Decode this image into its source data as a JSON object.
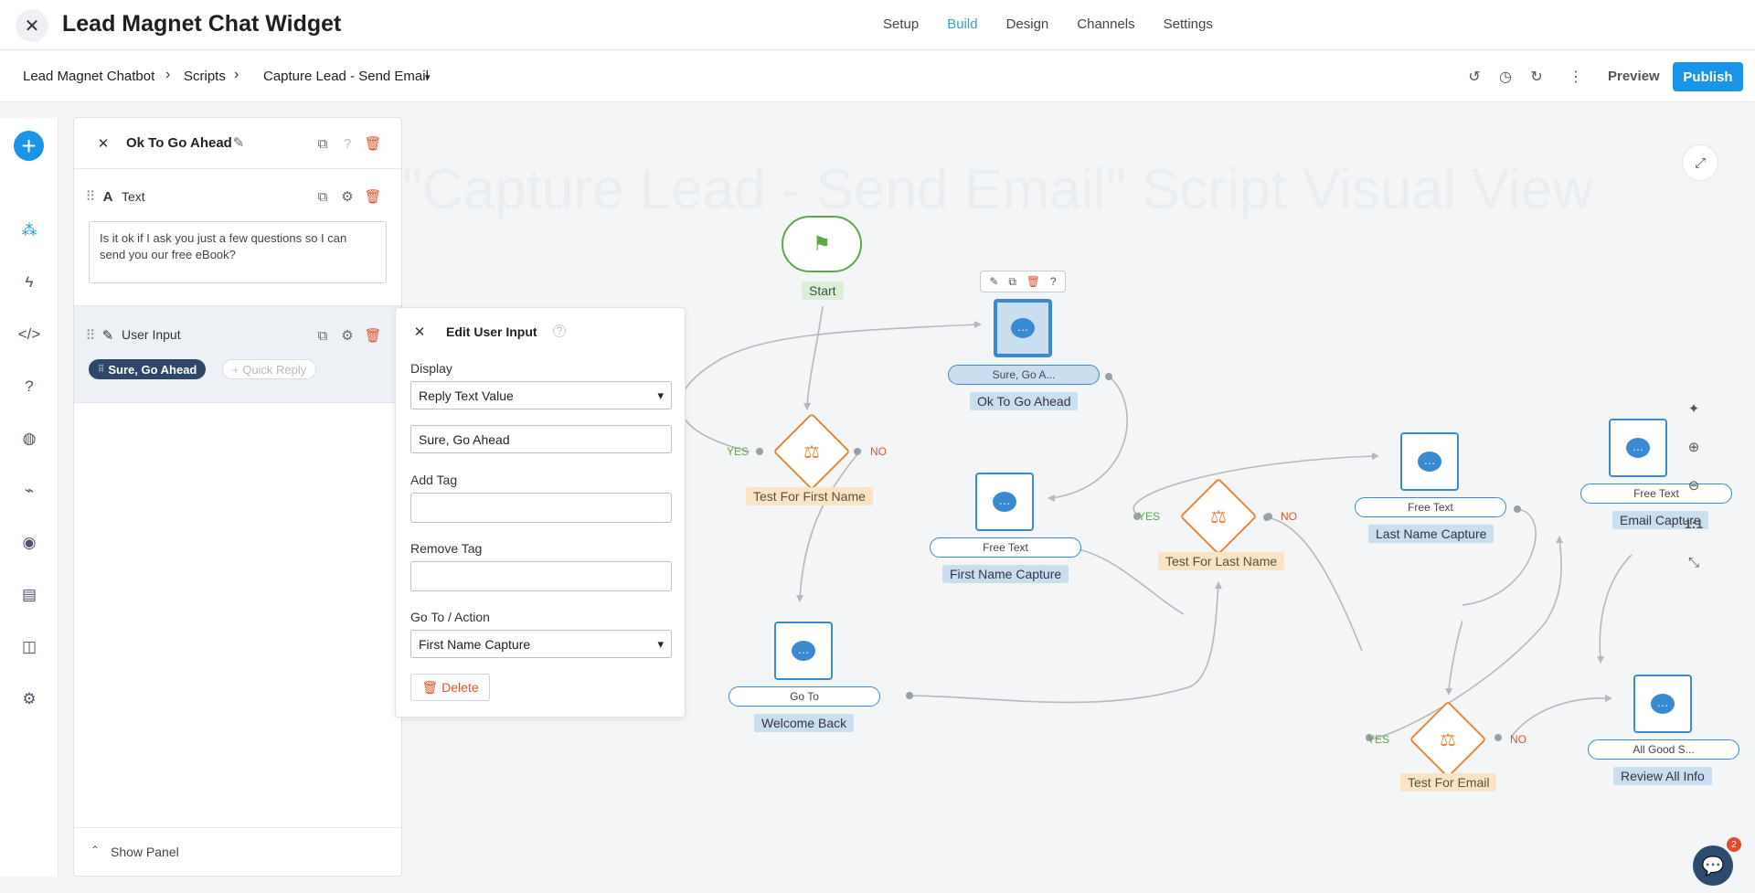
{
  "header": {
    "title": "Lead Magnet Chat Widget",
    "tabs": [
      {
        "label": "Setup"
      },
      {
        "label": "Build"
      },
      {
        "label": "Design"
      },
      {
        "label": "Channels"
      },
      {
        "label": "Settings"
      }
    ],
    "active_tab": "Build"
  },
  "breadcrumb": {
    "items": [
      "Lead Magnet Chatbot",
      "Scripts",
      "Capture Lead - Send Email"
    ]
  },
  "toolbar": {
    "preview_label": "Preview",
    "publish_label": "Publish"
  },
  "left_panel": {
    "title": "Ok To Go Ahead",
    "text_section": {
      "label": "Text",
      "content": "Is it ok if I ask you just a few questions so I can send you our free eBook?"
    },
    "user_input_section": {
      "label": "User Input",
      "chip": "Sure, Go Ahead",
      "add_chip": "+ Quick Reply"
    },
    "footer_label": "Show Panel"
  },
  "edit_user_input": {
    "title": "Edit User Input",
    "display_label": "Display",
    "display_value": "Reply Text Value",
    "reply_value": "Sure, Go Ahead",
    "add_tag_label": "Add Tag",
    "remove_tag_label": "Remove Tag",
    "goto_label": "Go To / Action",
    "goto_value": "First Name Capture",
    "delete_label": "Delete"
  },
  "canvas": {
    "watermark": "\"Capture Lead - Send Email\" Script Visual View",
    "start_label": "Start",
    "nodes": {
      "ok_to_go": {
        "pill": "Sure, Go A...",
        "label": "Ok To Go Ahead"
      },
      "test_first": {
        "label": "Test For First Name",
        "yes": "YES",
        "no": "NO"
      },
      "first_capture": {
        "pill": "Free Text",
        "label": "First Name Capture"
      },
      "welcome_back": {
        "pill": "Go To",
        "label": "Welcome Back"
      },
      "test_last": {
        "label": "Test For Last Name",
        "yes": "YES",
        "no": "NO"
      },
      "last_capture": {
        "pill": "Free Text",
        "label": "Last Name Capture"
      },
      "email_capture": {
        "pill": "Free Text",
        "label": "Email Capture"
      },
      "test_email": {
        "label": "Test For Email",
        "yes": "YES",
        "no": "NO"
      },
      "review": {
        "pill": "All Good S...",
        "label": "Review All Info"
      }
    },
    "zoom_label": "1:1"
  },
  "chat_badge": "2",
  "colors": {
    "accent": "#1a94e6",
    "node_blue": "#3a8ad1",
    "decision_orange": "#e8883a",
    "delete_red": "#e0532b",
    "start_green": "#5aa84a"
  }
}
